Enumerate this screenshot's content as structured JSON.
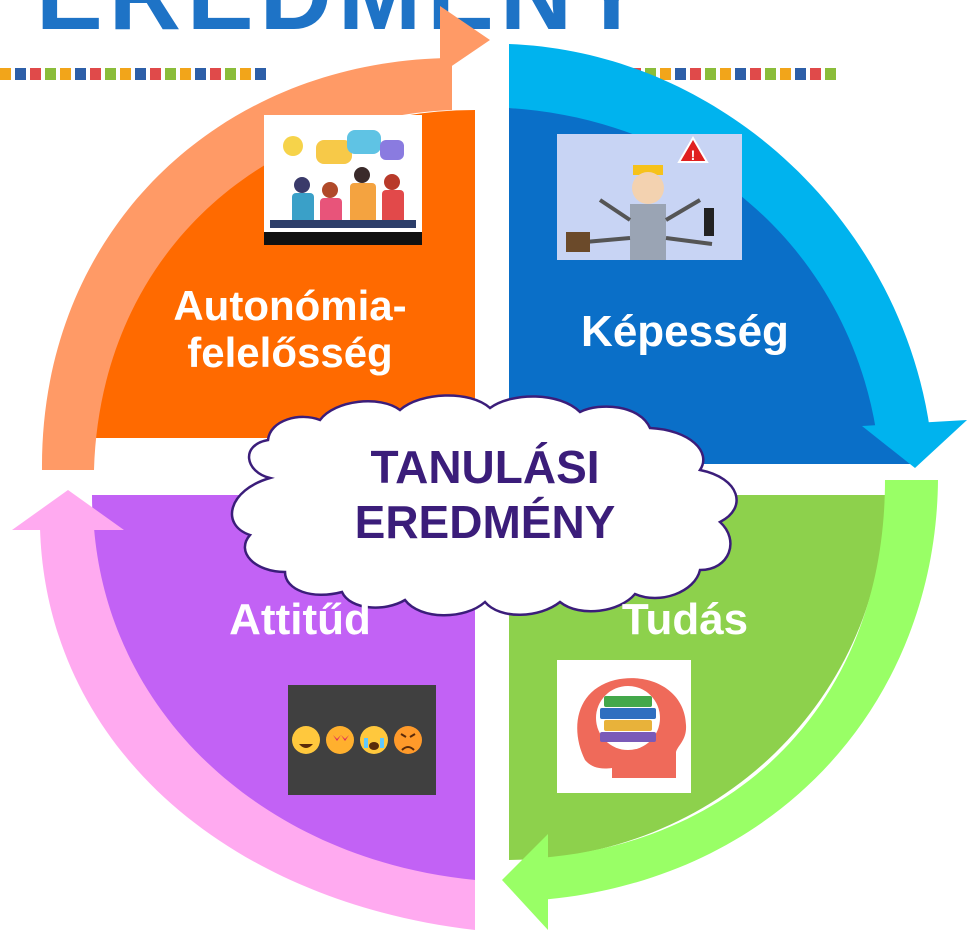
{
  "title": "EREDMÉNY",
  "center": {
    "line1": "TANULÁSI",
    "line2": "EREDMÉNY"
  },
  "quadrants": {
    "top_left": {
      "line1": "Autonómia-",
      "line2": "felelősség",
      "color": "#ff6a00",
      "arrow_color": "#ff9a66"
    },
    "top_right": {
      "label": "Képesség",
      "color": "#0a6fc8",
      "arrow_color": "#00b3ee"
    },
    "bottom_right": {
      "label": "Tudás",
      "color": "#8dd14c",
      "arrow_color": "#99ff66"
    },
    "bottom_left": {
      "label": "Attitűd",
      "color": "#c262f5",
      "arrow_color": "#ffaaf0"
    }
  },
  "images": {
    "top_left": "people-discussion-illustration",
    "top_right": "multitasking-worker-illustration",
    "bottom_right": "head-with-books-icon",
    "bottom_left": "emoji-faces-strip"
  },
  "dash_colors": [
    "#f2a51a",
    "#2d5fa8",
    "#e04a4a",
    "#8bbd3a"
  ]
}
